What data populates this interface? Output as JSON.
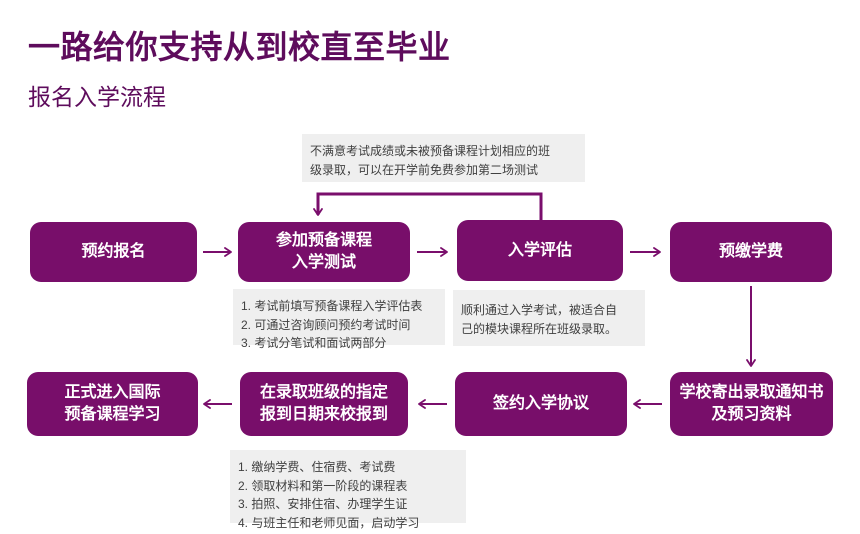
{
  "header": {
    "title": "一路给你支持从到校直至毕业",
    "subtitle": "报名入学流程"
  },
  "colors": {
    "background": "#ffffff",
    "box_purple": "#780e6a",
    "title_purple": "#5e0c5c",
    "arrow_purple": "#7a0e6c",
    "box_text": "#ffffff",
    "note_bg": "#efefef",
    "note_text": "#404040"
  },
  "flow": {
    "top_note": "不满意考试成绩或未被预备课程计划相应的班\n级录取，可以在开学前免费参加第二场测试",
    "row1": [
      {
        "label": "预约报名"
      },
      {
        "label": "参加预备课程\n入学测试",
        "note": "1. 考试前填写预备课程入学评估表\n2. 可通过咨询顾问预约考试时间\n3. 考试分笔试和面试两部分"
      },
      {
        "label": "入学评估",
        "note": "顺利通过入学考试，被适合自\n己的模块课程所在班级录取。"
      },
      {
        "label": "预缴学费"
      }
    ],
    "row2": [
      {
        "label": "学校寄出录取通知书\n及预习资料"
      },
      {
        "label": "签约入学协议"
      },
      {
        "label": "在录取班级的指定\n报到日期来校报到",
        "note": "1. 缴纳学费、住宿费、考试费\n2. 领取材料和第一阶段的课程表\n3. 拍照、安排住宿、办理学生证\n4. 与班主任和老师见面，启动学习"
      },
      {
        "label": "正式进入国际\n预备课程学习"
      }
    ]
  }
}
